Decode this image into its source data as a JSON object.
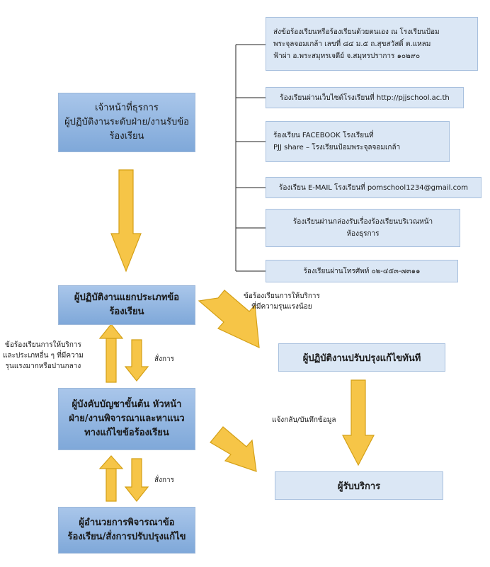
{
  "boxes": {
    "staff": "เจ้าหน้าที่ธุรการ\nผู้ปฏิบัติงานระดับฝ่าย/งานรับข้อ\nร้องเรียน",
    "classify": "ผู้ปฏิบัติงานแยกประเภทข้อ\nร้องเรียน",
    "supervisor": "ผู้บังคับบัญชาขั้นต้น หัวหน้า\nฝ่าย/งานพิจารณาและหาแนว\nทางแก้ไขข้อร้องเรียน",
    "director": "ผู้อำนวยการพิจารณาข้อ\nร้องเรียน/สั่งการปรับปรุงแก้ไข",
    "fix_now": "ผู้ปฏิบัติงานปรับปรุงแก้ไขทันที",
    "recipient": "ผู้รับบริการ"
  },
  "channels": [
    "ส่งข้อร้องเรียนหรือร้องเรียนด้วยตนเอง ณ โรงเรียนป้อม\nพระจุลจอมเกล้า เลขที่ ๘๔ ม.๕ ถ.สุขสวัสดิ์ ต.แหลม\nฟ้าผ่า อ.พระสมุทรเจดีย์ จ.สมุทรปราการ ๑๐๒๙๐",
    "ร้องเรียนผ่านเว็บไซต์โรงเรียนที่ http://pjjschool.ac.th",
    "ร้องเรียน FACEBOOK โรงเรียนที่\nPJJ share – โรงเรียนป้อมพระจุลจอมเกล้า",
    "ร้องเรียน E-MAIL โรงเรียนที่ pomschool1234@gmail.com",
    "ร้องเรียนผ่านกล่องรับเรื่องร้องเรียนบริเวณหน้า\nห้องธุรการ",
    "ร้องเรียนผ่านโทรศัพท์ ๐๒-๔๕๓-๗๓๑๑"
  ],
  "labels": {
    "minor": "ข้อร้องเรียนการให้บริการ\nที่มีความรุนแรงน้อย",
    "major": "ข้อร้องเรียนการให้บริการ\nและประเภทอื่น ๆ ที่มีความ\nรุนแรงมากหรือปานกลาง",
    "order1": "สั่งการ",
    "order2": "สั่งการ",
    "notify": "แจ้งกลับ/บันทึกข้อมูล"
  },
  "colors": {
    "arrow_fill": "#f6c547",
    "arrow_stroke": "#d4a017",
    "box_fill": "#8fb4e3",
    "channel_fill": "#dbe7f5"
  }
}
